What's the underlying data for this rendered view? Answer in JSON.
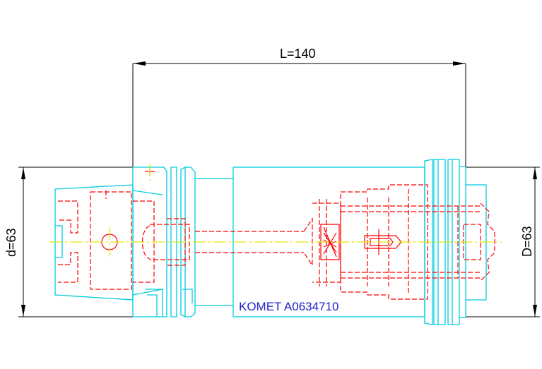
{
  "dimensions": {
    "length_label": "L=140",
    "left_diameter_label": "d=63",
    "right_diameter_label": "D=63"
  },
  "part_label": "KOMET A0634710",
  "colors": {
    "outline": "#00ccdd",
    "hidden": "#ff0000",
    "centerline": "#e8e800",
    "dimension": "#000000",
    "label": "#2222cc"
  }
}
